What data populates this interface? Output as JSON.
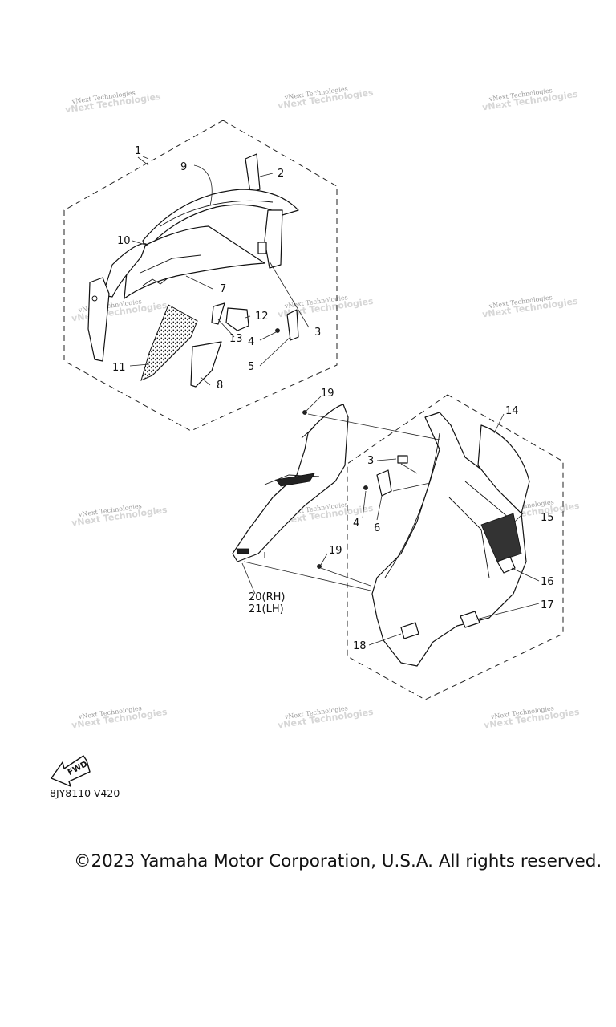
{
  "watermark": {
    "line1": "vNext Technologies",
    "line2": "vNext Technologies"
  },
  "callouts": {
    "c1": "1",
    "c2": "2",
    "c3a": "3",
    "c3b": "3",
    "c4a": "4",
    "c4b": "4",
    "c5": "5",
    "c6": "6",
    "c7": "7",
    "c8": "8",
    "c9": "9",
    "c10": "10",
    "c11": "11",
    "c12": "12",
    "c13": "13",
    "c14": "14",
    "c15": "15",
    "c16": "16",
    "c17": "17",
    "c18": "18",
    "c19a": "19",
    "c19b": "19",
    "c20": "20(RH)",
    "c21": "21(LH)"
  },
  "fwd_label": "FWD",
  "drawing_code": "8JY8110-V420",
  "copyright": "©2023 Yamaha Motor Corporation, U.S.A. All rights reserved."
}
